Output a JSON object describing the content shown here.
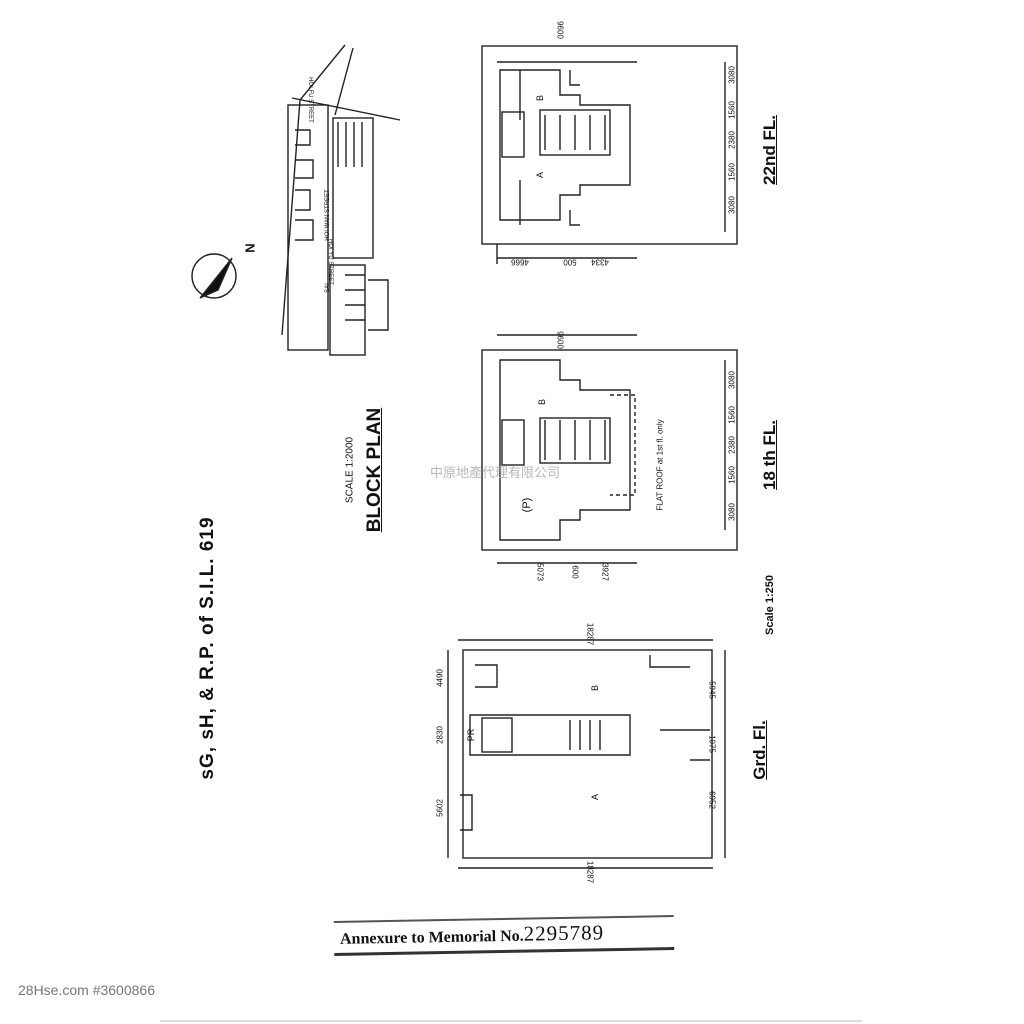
{
  "document_title": "sG, sH, & R.P. of S.I.L. 619",
  "block_plan": {
    "title": "BLOCK PLAN",
    "scale": "SCALE 1:2000",
    "north_label": "N",
    "street_labels": [
      "HOI FU STREET",
      "HOI WAN STREET",
      "HOI YU STREET",
      "SAI"
    ]
  },
  "plans_scale": "Scale 1:250",
  "floors": {
    "f22": {
      "label": "22nd FL.",
      "top_dim": "9600",
      "side_dims": [
        "3080",
        "1560",
        "2380",
        "1560",
        "3080"
      ],
      "bottom_dims": [
        "4666",
        "500",
        "4334"
      ],
      "units": [
        "A",
        "B"
      ]
    },
    "f18": {
      "label": "18 th FL.",
      "top_dim": "9600",
      "side_dims": [
        "3080",
        "1560",
        "2380",
        "1560",
        "3080"
      ],
      "bottom_dims": [
        "5073",
        "600",
        "3927"
      ],
      "units": [
        "B",
        "(P)"
      ],
      "note": "FLAT ROOF at 1st fl. only"
    },
    "grd": {
      "label": "Grd. Fl.",
      "top_dim": "18287",
      "bottom_dim": "18287",
      "left_dims": [
        "4490",
        "2830",
        "5602"
      ],
      "right_dims": [
        "5945",
        "1075",
        "6952"
      ],
      "units": [
        "B",
        "A",
        "PR"
      ]
    }
  },
  "annexure": {
    "text": "Annexure to Memorial No.",
    "number": "2295789"
  },
  "watermark": "中原地產代理有限公司",
  "credit": "28Hse.com #3600866"
}
